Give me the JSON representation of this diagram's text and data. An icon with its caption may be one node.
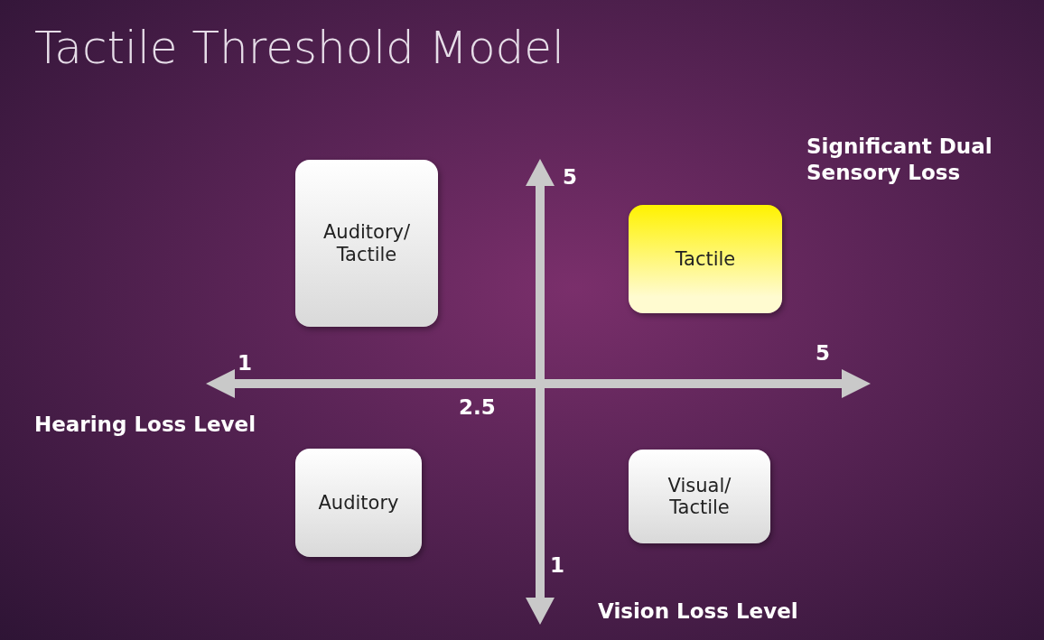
{
  "diagram": {
    "title": "Tactile Threshold Model",
    "nodes": [
      {
        "text": [
          "Auditory/ Tactile"
        ]
      },
      {
        "text": [
          "Tactile"
        ]
      },
      {
        "text": [
          "Auditory"
        ]
      },
      {
        "text": [
          "Visual/ Tactile"
        ]
      }
    ],
    "edges": [],
    "labels": [
      "5",
      "Significant Dual Sensory Loss",
      "1",
      "5",
      "2.5",
      "Hearing Loss Level",
      "1",
      "Vision Loss Level"
    ]
  }
}
